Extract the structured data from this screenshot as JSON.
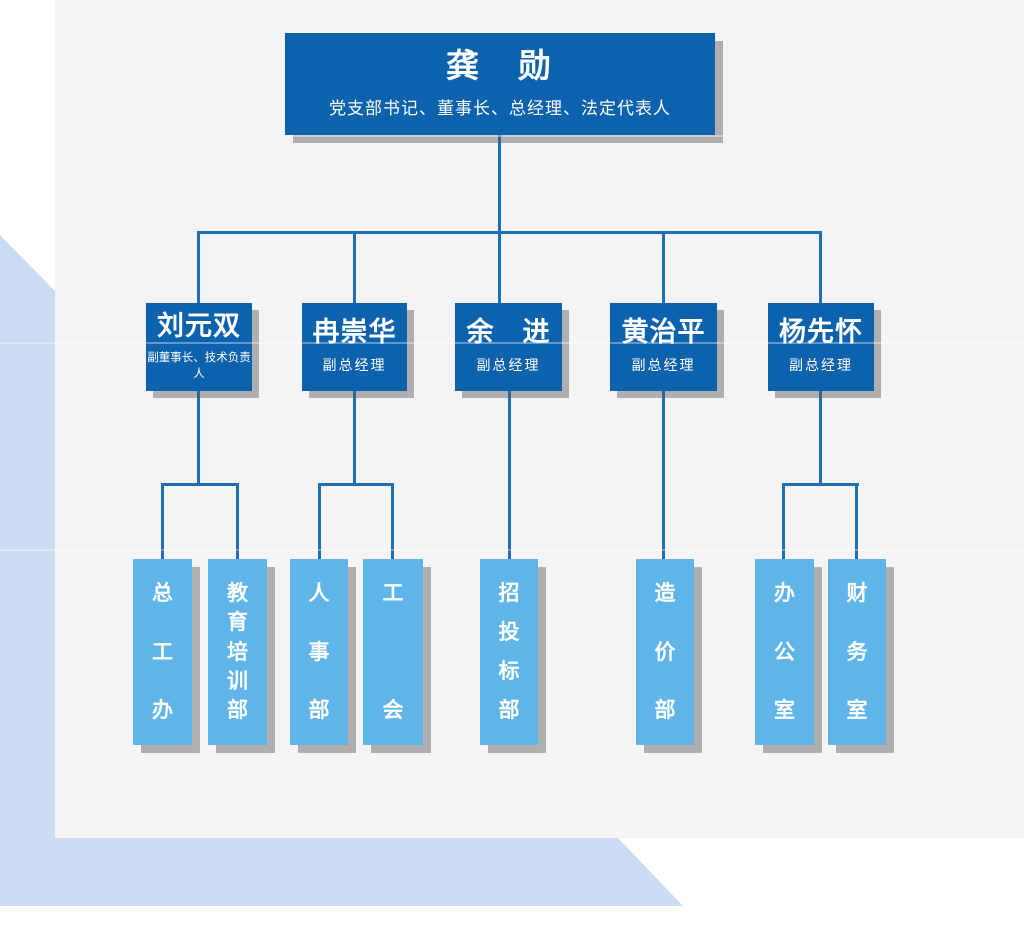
{
  "colors": {
    "primary_box_blue": "#0d62ae",
    "department_box_blue": "#5fb4e8",
    "connector_line": "#1e6eb5",
    "background_gray": "#f4f4f5",
    "decorative_light_blue": "#cadcf2",
    "box_text": "#ffffff",
    "box_shadow_gray": "#a8a8a8"
  },
  "chart": {
    "root": {
      "name": "龚　勋",
      "title": "党支部书记、董事长、总经理、法定代表人"
    },
    "managers": [
      {
        "name": "刘元双",
        "title": "副董事长、技术负责人",
        "departments": [
          "总工办",
          "教育培训部"
        ]
      },
      {
        "name": "冉崇华",
        "title": "副总经理",
        "departments": [
          "人事部",
          "工会"
        ]
      },
      {
        "name": "余　进",
        "title": "副总经理",
        "departments": [
          "招投标部"
        ]
      },
      {
        "name": "黄治平",
        "title": "副总经理",
        "departments": [
          "造价部"
        ]
      },
      {
        "name": "杨先怀",
        "title": "副总经理",
        "departments": [
          "办公室",
          "财务室"
        ]
      }
    ]
  }
}
